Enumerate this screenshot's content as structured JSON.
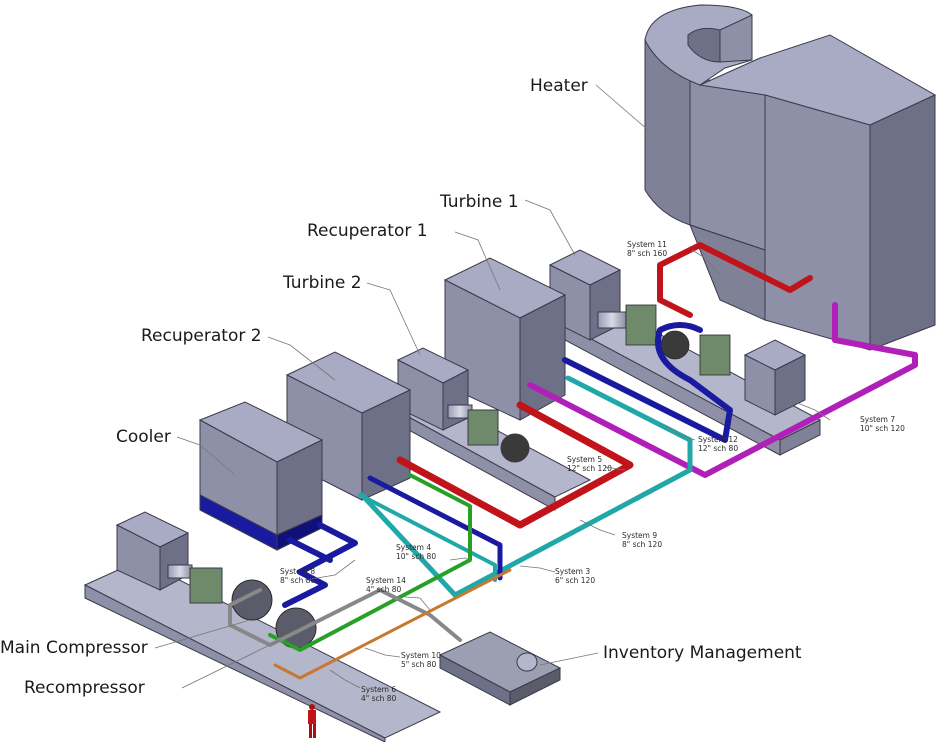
{
  "diagram": {
    "title": "Power cycle equipment and piping layout",
    "equipment": [
      {
        "id": "heater",
        "label": "Heater"
      },
      {
        "id": "turbine1",
        "label": "Turbine 1"
      },
      {
        "id": "recuperator1",
        "label": "Recuperator 1"
      },
      {
        "id": "turbine2",
        "label": "Turbine 2"
      },
      {
        "id": "recuperator2",
        "label": "Recuperator 2"
      },
      {
        "id": "cooler",
        "label": "Cooler"
      },
      {
        "id": "main_compressor",
        "label": "Main Compressor"
      },
      {
        "id": "recompressor",
        "label": "Recompressor"
      },
      {
        "id": "inventory",
        "label": "Inventory Management"
      }
    ],
    "systems": [
      {
        "id": "s11",
        "name": "System 11",
        "spec": "8\" sch 160",
        "color": "#c0141a"
      },
      {
        "id": "s7",
        "name": "System 7",
        "spec": "10\" sch 120",
        "color": "#b020b8"
      },
      {
        "id": "s12",
        "name": "System 12",
        "spec": "12\" sch 80",
        "color": "#1a1aa0"
      },
      {
        "id": "s5",
        "name": "System 5",
        "spec": "12\" sch 120",
        "color": "#c0141a"
      },
      {
        "id": "s9",
        "name": "System 9",
        "spec": "8\" sch 120",
        "color": "#20a8a8"
      },
      {
        "id": "s4",
        "name": "System 4",
        "spec": "10\" sch 80",
        "color": "#1a1aa0"
      },
      {
        "id": "s3",
        "name": "System 3",
        "spec": "6\" sch 120",
        "color": "#20a8a8"
      },
      {
        "id": "s8",
        "name": "System 8",
        "spec": "8\" sch 80",
        "color": "#1a1aa0"
      },
      {
        "id": "s14",
        "name": "System 14",
        "spec": "4\" sch 80",
        "color": "#28a028"
      },
      {
        "id": "s10",
        "name": "System 10",
        "spec": "5\" sch 80",
        "color": "#888888"
      },
      {
        "id": "s6",
        "name": "System 6",
        "spec": "4\" sch 80",
        "color": "#c87830"
      }
    ],
    "colors": {
      "equipment_top": "#a9abc4",
      "equipment_left": "#7f8197",
      "equipment_right": "#8e90a8",
      "skid": "#b4b6cc",
      "gearbox": "#6f8a6a",
      "outline": "#3a3a4a"
    }
  }
}
